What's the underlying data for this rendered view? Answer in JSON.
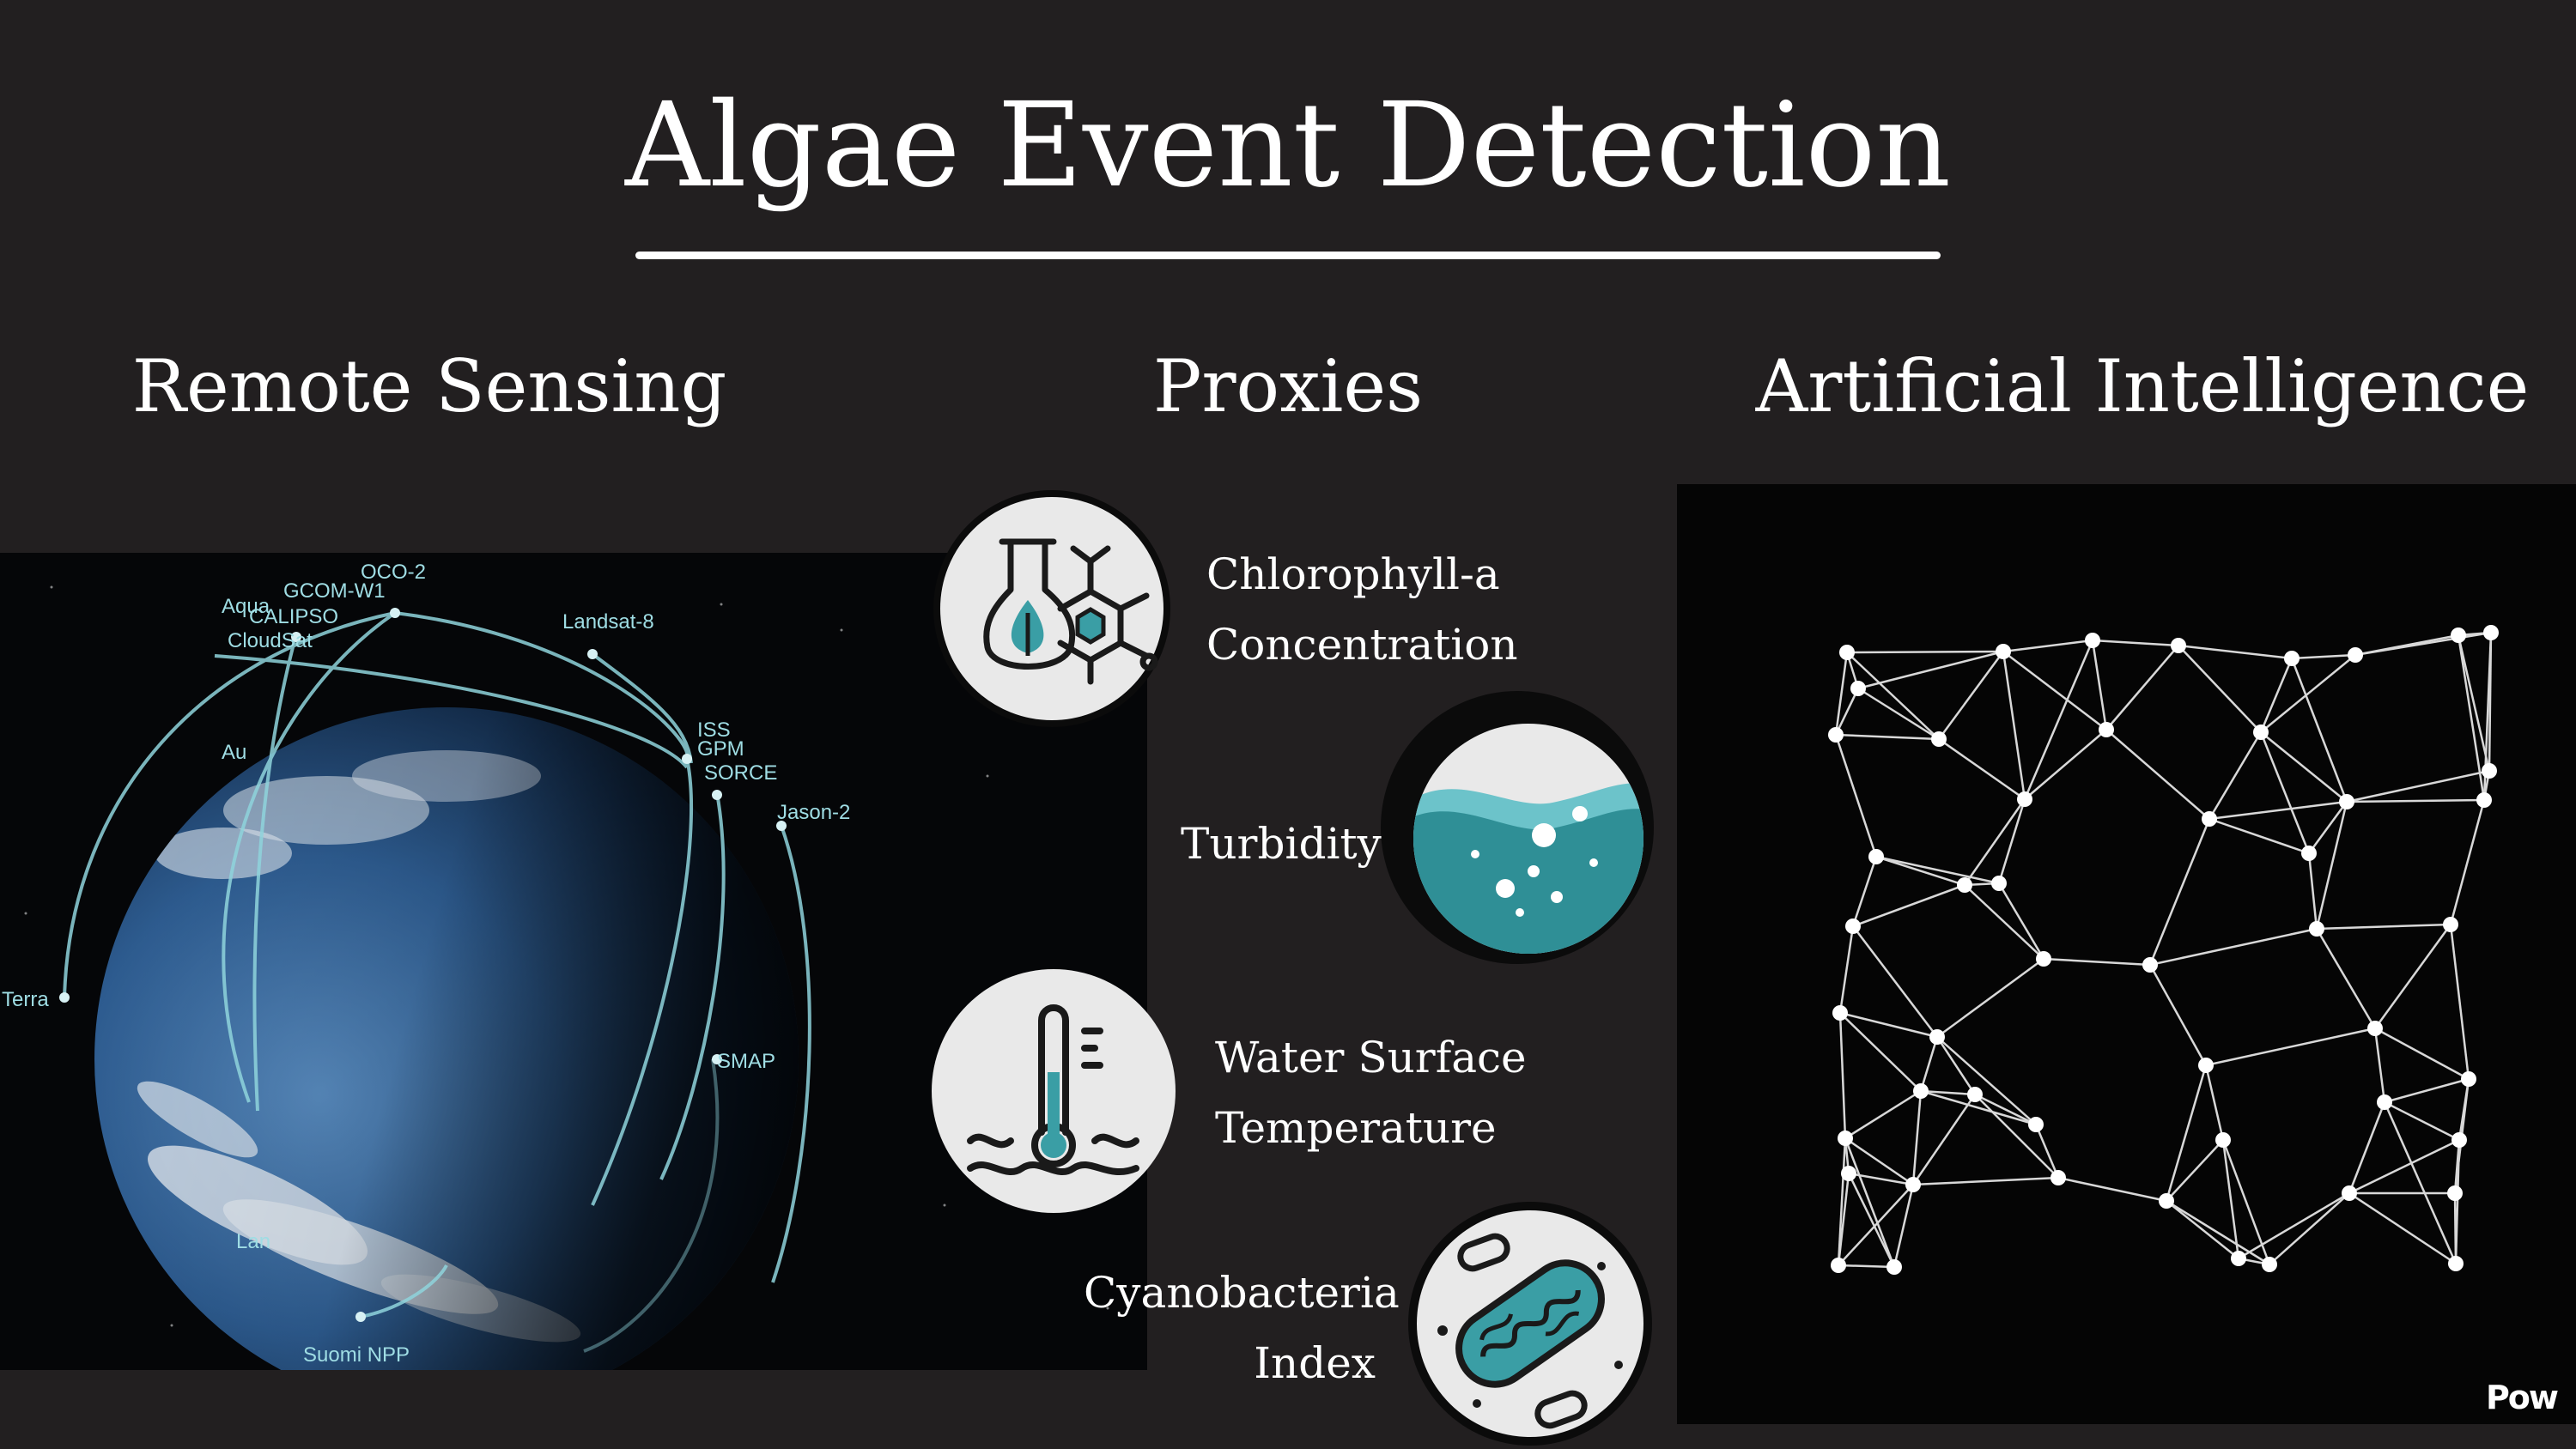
{
  "title": "Algae Event Detection",
  "headings": {
    "remote_sensing": "Remote Sensing",
    "proxies": "Proxies",
    "ai": "Artificial Intelligence"
  },
  "satellites": {
    "oco2": "OCO-2",
    "gcom": "GCOM-W1",
    "aqua": "Aqua",
    "calipso": "CALIPSO",
    "cloudsat": "CloudSat",
    "landsat8": "Landsat-8",
    "iss": "ISS",
    "gpm": "GPM",
    "sorce": "SORCE",
    "jason2": "Jason-2",
    "terra": "Terra",
    "smap": "SMAP",
    "suomi": "Suomi NPP",
    "landsat_partial": "Lan",
    "aura_partial": "Au"
  },
  "proxies": [
    {
      "line1": "Chlorophyll-a",
      "line2": "Concentration",
      "icon": "flask-leaf-icon"
    },
    {
      "line1": "Turbidity",
      "icon": "turbid-water-icon"
    },
    {
      "line1": "Water Surface",
      "line2": "Temperature",
      "icon": "thermometer-water-icon"
    },
    {
      "line1": "Cyanobacteria",
      "line2": "Index",
      "icon": "bacteria-icon"
    }
  ],
  "colors": {
    "background": "#221f20",
    "accent_teal": "#3a9ea5",
    "icon_circle": "#e9e9e9"
  },
  "watermark": "Pow"
}
